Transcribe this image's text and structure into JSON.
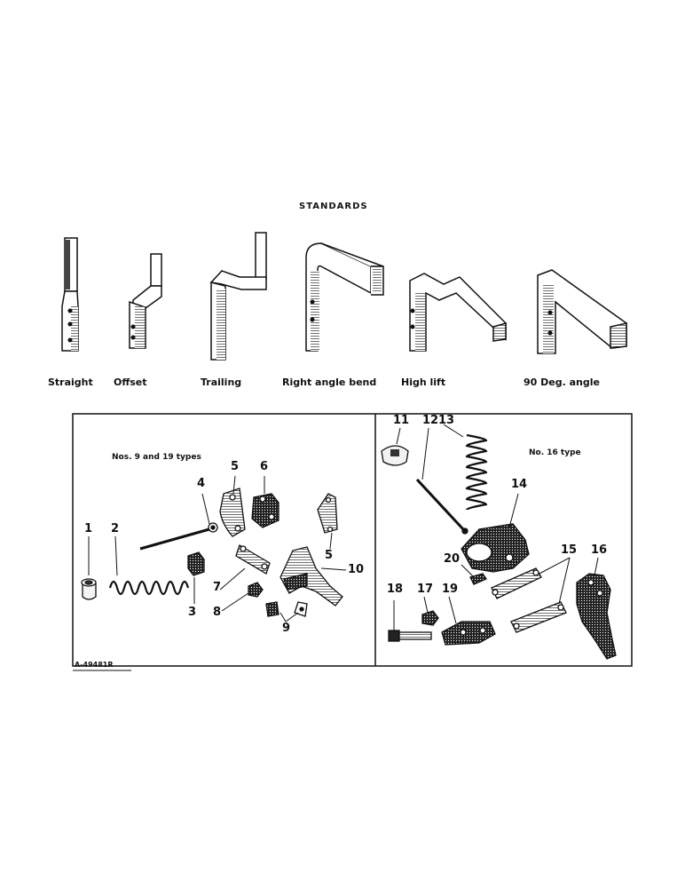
{
  "header": {
    "title": "STANDARDS"
  },
  "standards": [
    {
      "label": "Straight"
    },
    {
      "label": "Offset"
    },
    {
      "label": "Trailing"
    },
    {
      "label": "Right angle bend"
    },
    {
      "label": "High lift"
    },
    {
      "label": "90 Deg. angle"
    }
  ],
  "left_panel": {
    "caption": "Nos. 9 and 19 types",
    "callouts": [
      "1",
      "2",
      "3",
      "4",
      "5",
      "6",
      "7",
      "8",
      "9",
      "10",
      "5"
    ],
    "figure_id": "A-49481R"
  },
  "right_panel": {
    "caption": "No. 16 type",
    "callouts": [
      "11",
      "12",
      "13",
      "14",
      "15",
      "16",
      "17",
      "18",
      "19",
      "20"
    ]
  },
  "colors": {
    "ink": "#111111",
    "paper": "#ffffff"
  }
}
